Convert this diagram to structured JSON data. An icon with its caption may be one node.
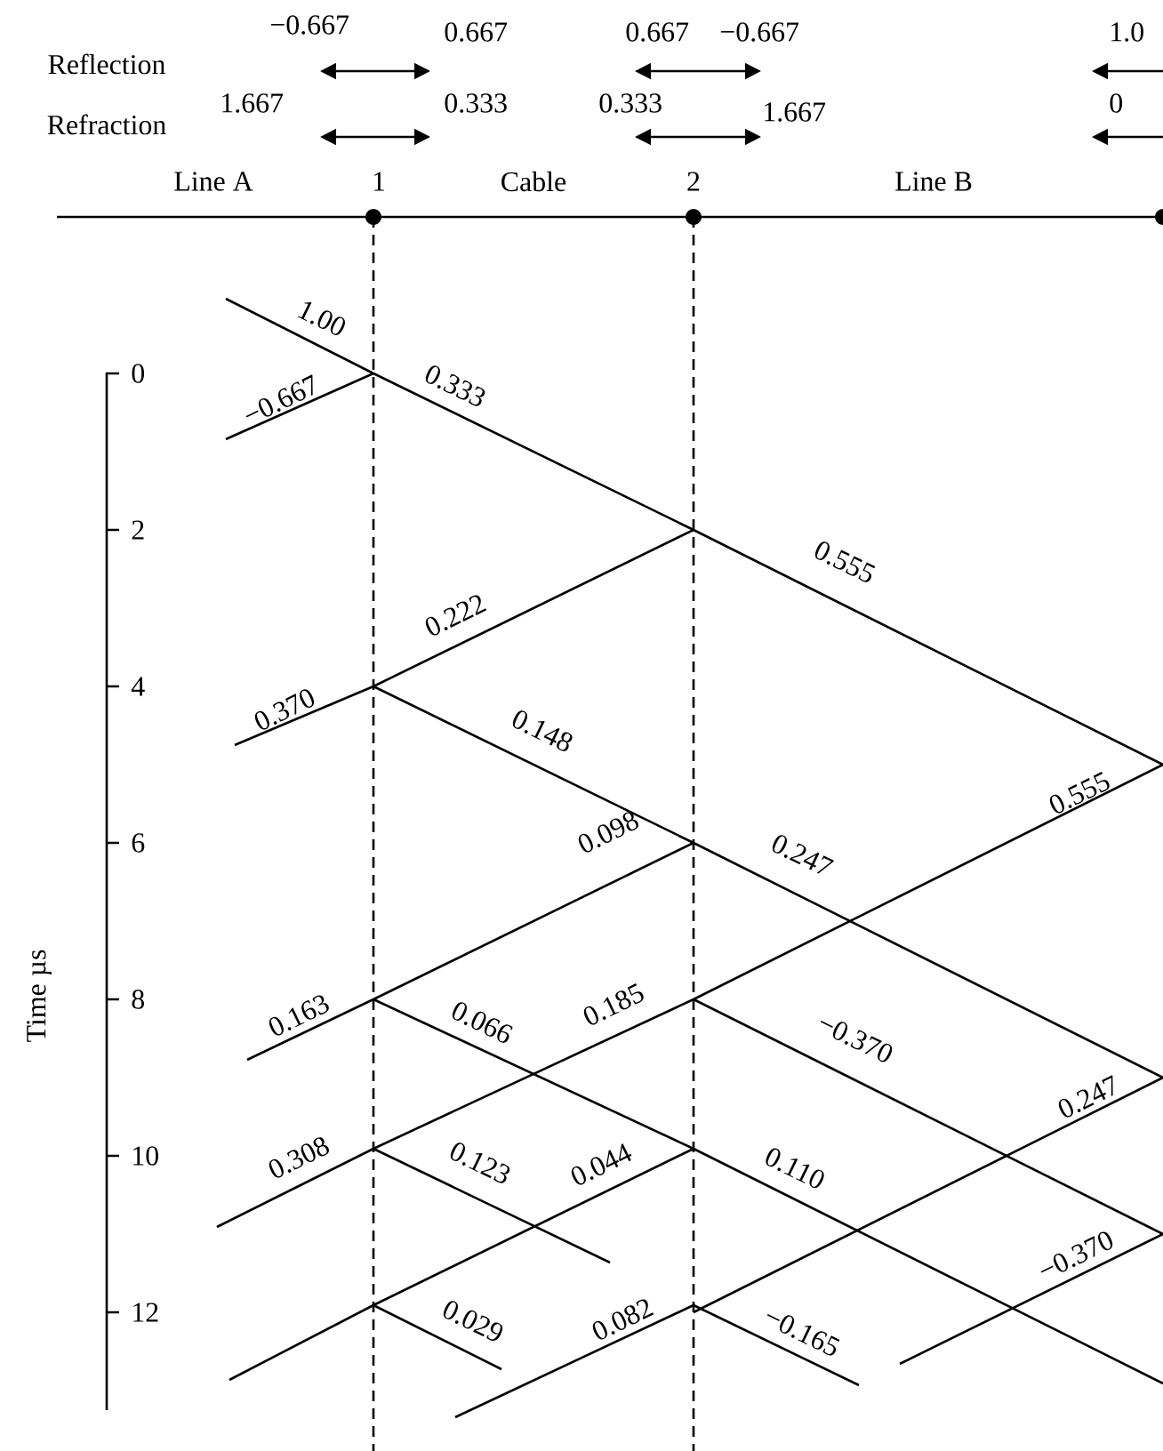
{
  "diagram": {
    "labels": [
      "Reflection",
      "−0.667",
      "0.667",
      "0.667",
      "−0.667",
      "1.0",
      "Refraction",
      "1.667",
      "0.333",
      "0.333",
      "1.667",
      "0",
      "Line A",
      "1",
      "Cable",
      "2",
      "Line B",
      "Time µs",
      "0",
      "2",
      "4",
      "6",
      "8",
      "10",
      "12",
      "1.00",
      "−0.667",
      "0.333",
      "0.555",
      "0.222",
      "0.370",
      "0.148",
      "0.555",
      "0.098",
      "0.247",
      "0.163",
      "0.066",
      "0.185",
      "−0.370",
      "0.247",
      "0.308",
      "0.123",
      "0.044",
      "0.110",
      "−0.370",
      "0.029",
      "0.082",
      "−0.165"
    ]
  }
}
